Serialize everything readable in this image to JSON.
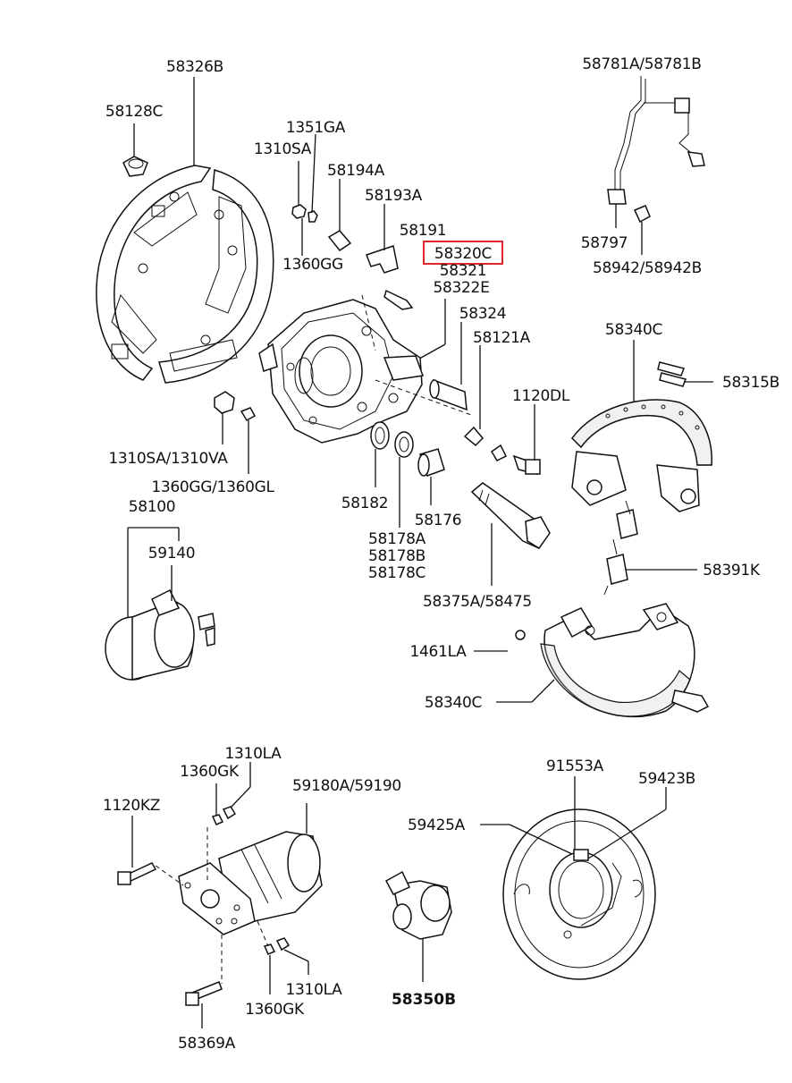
{
  "diagram": {
    "labels": {
      "l58326B": "58326B",
      "l58128C": "58128C",
      "l1351GA": "1351GA",
      "l1310SA": "1310SA",
      "l58194A": "58194A",
      "l58193A": "58193A",
      "l1360GG": "1360GG",
      "l58191": "58191",
      "l58320C": "58320C",
      "l58321": "58321",
      "l58322E": "58322E",
      "l58324": "58324",
      "l58121A": "58121A",
      "l58781": "58781A/58781B",
      "l58797": "58797",
      "l58942": "58942/58942B",
      "l58340C_top": "58340C",
      "l58315B": "58315B",
      "l1120DL": "1120DL",
      "l1310SA_VA": "1310SA/1310VA",
      "l1360GG_GL": "1360GG/1360GL",
      "l58100": "58100",
      "l59140": "59140",
      "l58182": "58182",
      "l58176": "58176",
      "l58178A": "58178A",
      "l58178B": "58178B",
      "l58178C": "58178C",
      "l58375A": "58375A/58475",
      "l58391K": "58391K",
      "l1461LA": "1461LA",
      "l58340C_bottom": "58340C",
      "l1310LA_top": "1310LA",
      "l1360GK_top": "1360GK",
      "l59180A": "59180A/59190",
      "l1120KZ": "1120KZ",
      "l91553A": "91553A",
      "l59423B": "59423B",
      "l59425A": "59425A",
      "l1310LA_bottom": "1310LA",
      "l1360GK_bottom": "1360GK",
      "l58350B": "58350B",
      "l58369A": "58369A"
    },
    "highlighted_part": "58320C",
    "highlight_color": "#e0262d"
  }
}
